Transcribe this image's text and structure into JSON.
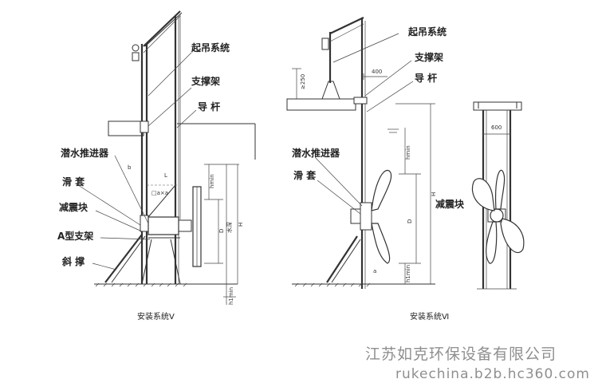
{
  "left_figure": {
    "labels": {
      "lifting_system": "起吊系统",
      "support_frame": "支撑架",
      "guide_rod": "导 杆",
      "mixer": "潜水推进器",
      "sleeve": "滑 套",
      "damper": "减震块",
      "a_frame": "A型支架",
      "diagonal_brace": "斜 撑"
    },
    "dims": {
      "b": "b",
      "L": "L",
      "axa": "□a×a",
      "hmin": "hmin",
      "D": "D",
      "depth": "水深",
      "H": "H",
      "h_min_bottom": "h1min"
    },
    "caption": "安装系统Ⅴ"
  },
  "right_figure": {
    "labels": {
      "lifting_system": "起吊系统",
      "support_frame": "支撑架",
      "guide_rod": "导 杆",
      "mixer": "潜水推进器",
      "sleeve": "滑 套",
      "damper": "减震块"
    },
    "dims": {
      "d250": "≥250",
      "d400": "400",
      "hmin": "hmin",
      "H": "H",
      "D": "D",
      "a": "a",
      "h1min": "h1min",
      "d600": "600"
    },
    "caption": "安装系统Ⅵ"
  },
  "watermark": {
    "company": "江苏如克环保设备有限公司",
    "url": "rukechina.b2b.hc360.com"
  }
}
